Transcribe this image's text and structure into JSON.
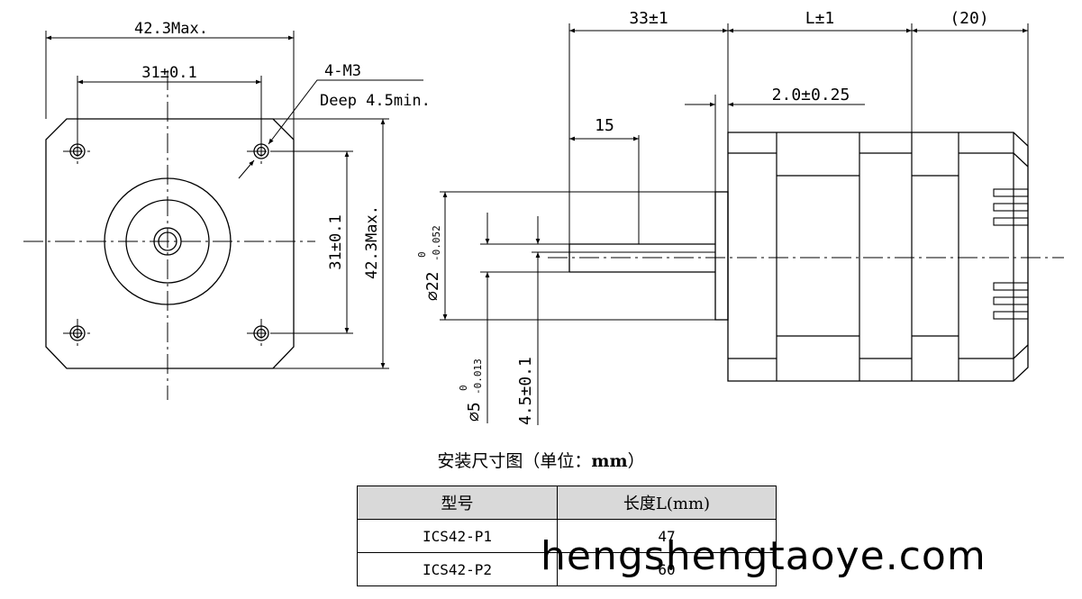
{
  "front_view": {
    "width_dim": "42.3Max.",
    "hole_spacing_dim": "31±0.1",
    "thread_callout": "4-M3",
    "thread_depth": "Deep 4.5min.",
    "vertical_hole_spacing_dim": "31±0.1",
    "height_dim": "42.3Max."
  },
  "side_view": {
    "shaft_length_dim": "33±1",
    "body_length_dim": "L±1",
    "tail_dim": "(20)",
    "boss_height_dim": "2.0±0.25",
    "flat_length_dim": "15",
    "boss_diameter": "⌀22",
    "boss_tol_upper": "0",
    "boss_tol_lower": "-0.052",
    "shaft_diameter": "⌀5",
    "shaft_tol_upper": "0",
    "shaft_tol_lower": "-0.013",
    "flat_depth_dim": "4.5±0.1"
  },
  "caption": {
    "text": "安装尺寸图（单位：",
    "unit": "mm",
    "close": "）"
  },
  "table": {
    "headers": [
      "型号",
      "长度L(mm)"
    ],
    "rows": [
      {
        "model": "ICS42-P1",
        "length": "47"
      },
      {
        "model": "ICS42-P2",
        "length": "60"
      }
    ]
  },
  "watermark": "hengshengtaoye.com"
}
